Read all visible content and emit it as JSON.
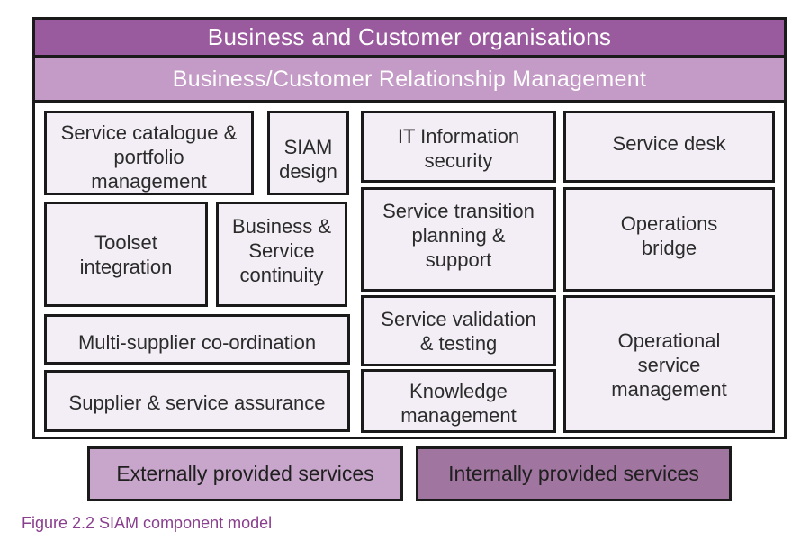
{
  "header": {
    "top_band": "Business and Customer organisations",
    "second_band": "Business/Customer Relationship Management"
  },
  "components": {
    "service_catalogue": "Service catalogue &\nportfolio\nmanagement",
    "siam_design": "SIAM\ndesign",
    "toolset_integration": "Toolset\nintegration",
    "business_continuity": "Business &\nService\ncontinuity",
    "multi_supplier": "Multi-supplier co-ordination",
    "supplier_assurance": "Supplier & service assurance",
    "it_security": "IT Information\nsecurity",
    "service_transition": "Service transition\nplanning &\nsupport",
    "service_validation": "Service validation\n& testing",
    "knowledge_management": "Knowledge\nmanagement",
    "service_desk": "Service desk",
    "operations_bridge": "Operations\nbridge",
    "operational_service_management": "Operational\nservice\nmanagement"
  },
  "tiers": {
    "external": "Externally provided services",
    "internal": "Internally provided services"
  },
  "caption": "Figure 2.2  SIAM component model",
  "colors": {
    "top_band": "#9a5a9e",
    "second_band": "#c49ac6",
    "component_fill": "#f3eef5",
    "external_fill": "#c8a6cb",
    "internal_fill": "#a0759f",
    "caption_text": "#8a3f8e",
    "border": "#1a1a1a"
  }
}
